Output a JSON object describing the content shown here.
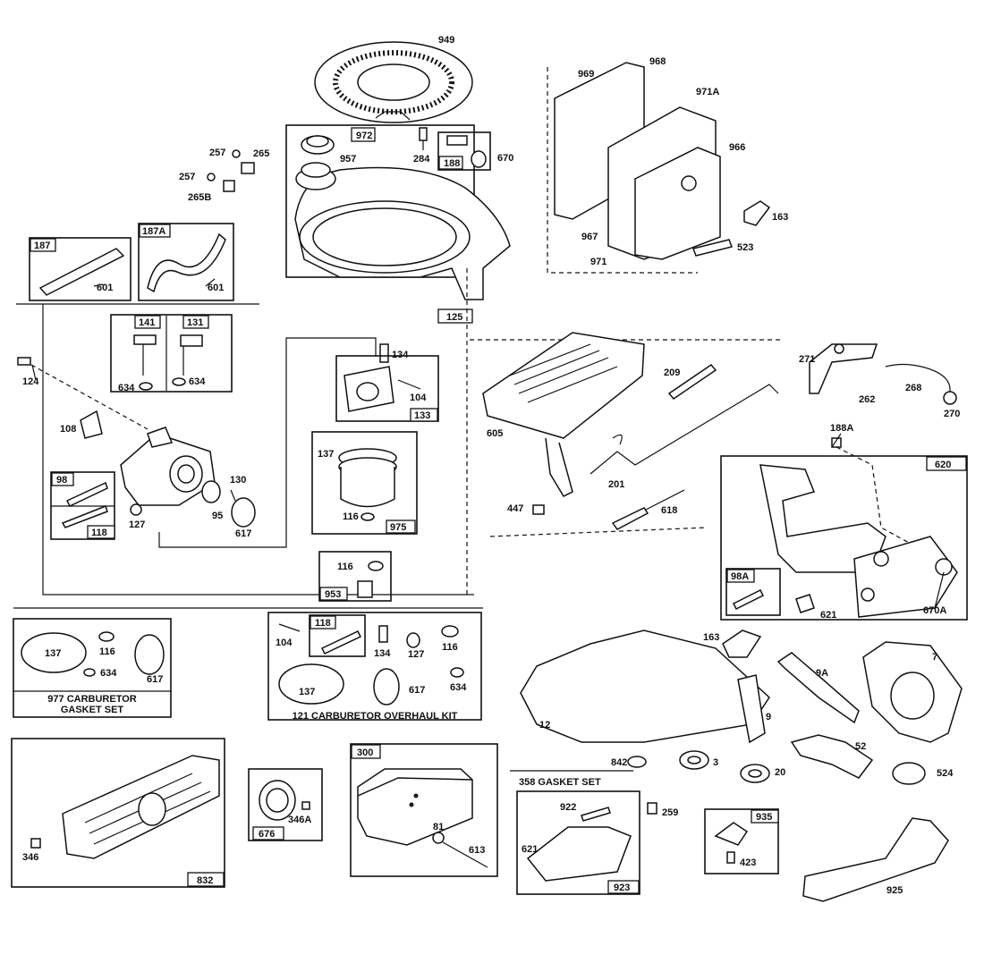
{
  "labels": {
    "l949": "949",
    "l972": "972",
    "l957": "957",
    "l284": "284",
    "l188": "188",
    "l670": "670",
    "l257a": "257",
    "l265": "265",
    "l257b": "257",
    "l265b": "265B",
    "l187": "187",
    "l601a": "601",
    "l187a": "187A",
    "l601b": "601",
    "l125": "125",
    "l969": "969",
    "l968": "968",
    "l971a": "971A",
    "l966": "966",
    "l163a": "163",
    "l967": "967",
    "l971": "971",
    "l523": "523",
    "l141": "141",
    "l131": "131",
    "l634a": "634",
    "l634b": "634",
    "l124": "124",
    "l108": "108",
    "l98": "98",
    "l118a": "118",
    "l127a": "127",
    "l95": "95",
    "l130": "130",
    "l617a": "617",
    "l134a": "134",
    "l104a": "104",
    "l133": "133",
    "l137a": "137",
    "l116a": "116",
    "l975": "975",
    "l116b": "116",
    "l953": "953",
    "l605": "605",
    "l209": "209",
    "l271": "271",
    "l262": "262",
    "l268": "268",
    "l270": "270",
    "l201": "201",
    "l447": "447",
    "l618": "618",
    "l188a": "188A",
    "l620": "620",
    "l98a": "98A",
    "l621a": "621",
    "l670a": "670A",
    "l137b": "137",
    "l116c": "116",
    "l634c": "634",
    "l617b": "617",
    "l104b": "104",
    "l118b": "118",
    "l134b": "134",
    "l127b": "127",
    "l116d": "116",
    "l137c": "137",
    "l617c": "617",
    "l634d": "634",
    "l163b": "163",
    "l9a": "9A",
    "l7": "7",
    "l12": "12",
    "l9": "9",
    "l842": "842",
    "l3": "3",
    "l20": "20",
    "l52": "52",
    "l524": "524",
    "l832": "832",
    "l346": "346",
    "l676": "676",
    "l346a": "346A",
    "l300": "300",
    "l81": "81",
    "l613": "613",
    "l922": "922",
    "l621b": "621",
    "l923": "923",
    "l259": "259",
    "l935": "935",
    "l423": "423",
    "l925": "925"
  },
  "captions": {
    "kit977_line1": "977 CARBURETOR",
    "kit977_line2": "GASKET SET",
    "kit121": "121 CARBURETOR OVERHAUL KIT",
    "kit358": "358 GASKET SET"
  }
}
